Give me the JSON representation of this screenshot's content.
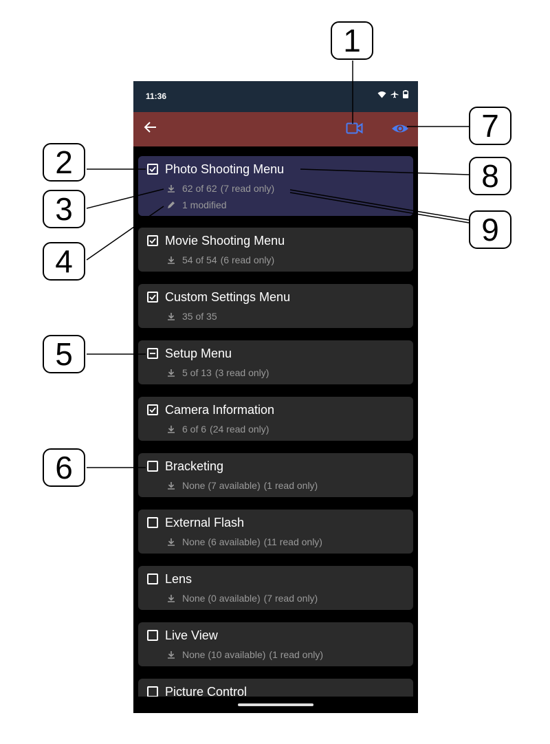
{
  "status": {
    "time": "11:36"
  },
  "appbar": {
    "back_icon": "arrow-back-icon",
    "record_icon": "video-camera-icon",
    "view_icon": "eye-icon",
    "accent": "#4a7cf0"
  },
  "items": [
    {
      "title": "Photo Shooting Menu",
      "state": "checked",
      "count": "62 of 62",
      "extra": "(7 read only)",
      "modified": "1 modified"
    },
    {
      "title": "Movie Shooting Menu",
      "state": "checked",
      "count": "54 of 54",
      "extra": "(6 read only)"
    },
    {
      "title": "Custom Settings Menu",
      "state": "checked",
      "count": "35 of 35",
      "extra": ""
    },
    {
      "title": "Setup Menu",
      "state": "partial",
      "count": "5 of 13",
      "extra": "(3 read only)"
    },
    {
      "title": "Camera Information",
      "state": "checked",
      "count": "6 of 6",
      "extra": "(24 read only)"
    },
    {
      "title": "Bracketing",
      "state": "unchecked",
      "count": "None (7 available)",
      "extra": "(1 read only)"
    },
    {
      "title": "External Flash",
      "state": "unchecked",
      "count": "None (6 available)",
      "extra": "(11 read only)"
    },
    {
      "title": "Lens",
      "state": "unchecked",
      "count": "None (0 available)",
      "extra": "(7 read only)"
    },
    {
      "title": "Live View",
      "state": "unchecked",
      "count": "None (10 available)",
      "extra": "(1 read only)"
    },
    {
      "title": "Picture Control",
      "state": "unchecked",
      "count": "",
      "extra": ""
    }
  ],
  "callouts": [
    "1",
    "2",
    "3",
    "4",
    "5",
    "6",
    "7",
    "8",
    "9"
  ],
  "colors": {
    "statusbar": "#1c2b3b",
    "appbar": "#7b3533",
    "selected_card": "#2e2d52",
    "card": "#2b2b2b"
  }
}
